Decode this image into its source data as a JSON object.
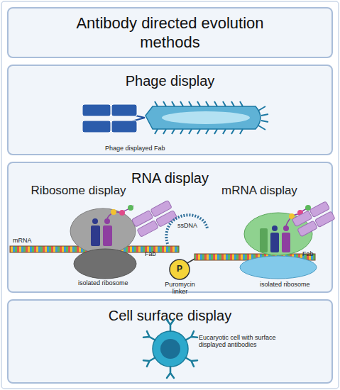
{
  "diagram": {
    "title": "Antibody directed evolution methods",
    "nodes": [
      {
        "text": [
          "Phage display"
        ]
      },
      {
        "text": [
          "RNA display"
        ]
      },
      {
        "text": [
          "Cell surface display"
        ]
      }
    ],
    "labels": [
      "Phage displayed Fab",
      "Ribosome display",
      "mRNA display",
      "mRNA",
      "Fab",
      "isolated ribosome",
      "ssDNA",
      "P",
      "Puromycin linker",
      "Fab",
      "isolated ribosome",
      "Eucaryotic cell with surface displayed antibodies"
    ]
  }
}
